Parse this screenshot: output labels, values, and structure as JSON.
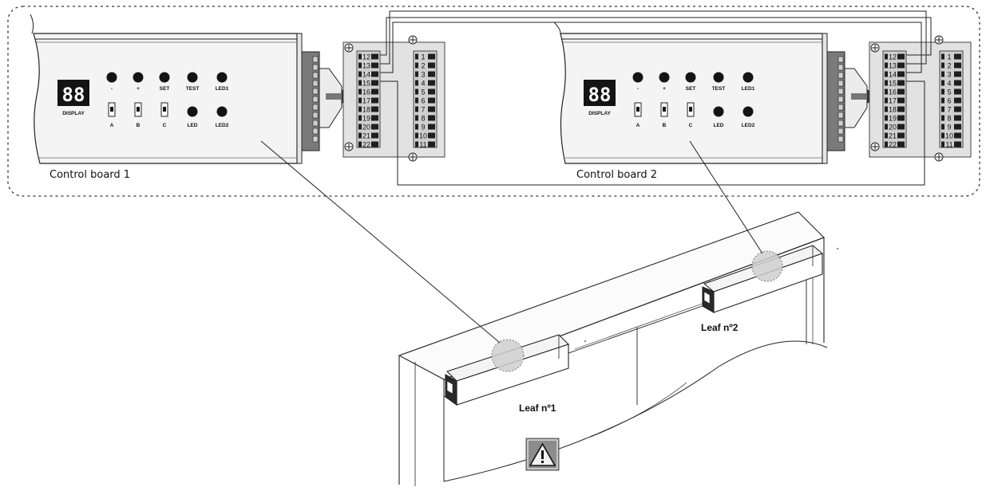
{
  "boards": [
    {
      "label": "Control board 1",
      "display_text": "88",
      "display_label": "DISPLAY",
      "buttons": [
        "-",
        "+",
        "SET",
        "TEST",
        "LED1"
      ],
      "switches": [
        "A",
        "B",
        "C"
      ],
      "leds": [
        "LED",
        "LED2"
      ],
      "terminals_left": [
        "12",
        "13",
        "14",
        "15",
        "16",
        "17",
        "18",
        "19",
        "20",
        "21",
        "22"
      ],
      "terminals_right": [
        "1",
        "2",
        "3",
        "4",
        "5",
        "6",
        "7",
        "8",
        "9",
        "10",
        "11"
      ]
    },
    {
      "label": "Control board 2",
      "display_text": "88",
      "display_label": "DISPLAY",
      "buttons": [
        "-",
        "+",
        "SET",
        "TEST",
        "LED1"
      ],
      "switches": [
        "A",
        "B",
        "C"
      ],
      "leds": [
        "LED",
        "LED2"
      ],
      "terminals_left": [
        "12",
        "13",
        "14",
        "15",
        "16",
        "17",
        "18",
        "19",
        "20",
        "21",
        "22"
      ],
      "terminals_right": [
        "1",
        "2",
        "3",
        "4",
        "5",
        "6",
        "7",
        "8",
        "9",
        "10",
        "11"
      ]
    }
  ],
  "leaves": [
    "Leaf nº1",
    "Leaf nº2"
  ],
  "colors": {
    "line": "#222222",
    "panel": "#f2f2f2",
    "terminal_block": "#dddddd",
    "dark": "#1a1a1a",
    "highlight_circle": "#c8c8c8"
  },
  "icons": {
    "warning": "warning-triangle-icon",
    "arrow": "arrow-right-icon",
    "screw": "screw-icon"
  }
}
